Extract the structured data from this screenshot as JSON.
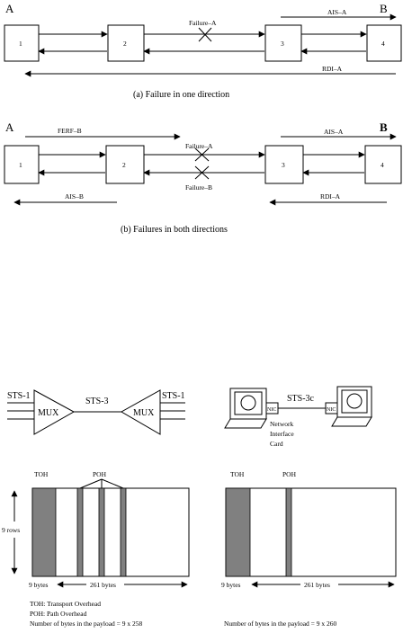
{
  "fig_a": {
    "end_a": "A",
    "end_b": "B",
    "nodes": [
      "1",
      "2",
      "3",
      "4"
    ],
    "failure": "Failure–A",
    "ais": "AIS–A",
    "rdi": "RDI–A",
    "caption": "(a)  Failure in one direction"
  },
  "fig_b": {
    "end_a": "A",
    "end_b": "B",
    "nodes": [
      "1",
      "2",
      "3",
      "4"
    ],
    "failure_a": "Failure–A",
    "failure_b": "Failure–B",
    "ferf": "FERF–B",
    "ais_a": "AIS–A",
    "ais_b": "AIS–B",
    "rdi": "RDI–A",
    "caption": "(b)  Failures in both directions"
  },
  "mux": {
    "sts1_left": "STS-1",
    "sts1_right": "STS-1",
    "mux_left": "MUX",
    "mux_right": "MUX",
    "sts3": "STS-3"
  },
  "nic": {
    "sts3c": "STS-3c",
    "nic_left": "NIC",
    "nic_right": "NIC",
    "label_lines": [
      "Network",
      "Interface",
      "Card"
    ]
  },
  "frame_left": {
    "toh": "TOH",
    "poh": "POH",
    "rows": "9 rows",
    "bytes9": "9 bytes",
    "bytes261": "261 bytes",
    "legend": [
      "TOH: Transport Overhead",
      "POH: Path Overhead",
      "Number of bytes in the payload = 9 x 258"
    ]
  },
  "frame_right": {
    "toh": "TOH",
    "poh": "POH",
    "bytes9": "9 bytes",
    "bytes261": "261 bytes",
    "payload": "Number of bytes in the payload = 9 x 260"
  }
}
